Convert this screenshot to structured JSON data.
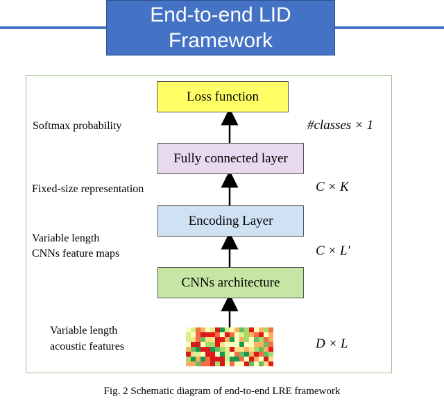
{
  "title": {
    "line1": "End-to-end LID",
    "line2": "Framework"
  },
  "boxes": {
    "loss": {
      "label": "Loss function",
      "color": "#ffff66"
    },
    "fc": {
      "label": "Fully connected layer",
      "color": "#e8d9ee"
    },
    "encoding": {
      "label": "Encoding Layer",
      "color": "#cfe2f3"
    },
    "cnn": {
      "label": "CNNs architecture",
      "color": "#c6e6a6"
    }
  },
  "left_labels": {
    "softmax": "Softmax probability",
    "fixed": "Fixed-size representation",
    "variable_maps_1": "Variable length",
    "variable_maps_2": "CNNs feature maps",
    "acoustic_1": "Variable length",
    "acoustic_2": "acoustic features"
  },
  "dimensions": {
    "classes": "#classes × 1",
    "ck": "C × K",
    "cl": "C × L′",
    "dl": "D × L"
  },
  "caption": "Fig. 2 Schematic diagram of end-to-end LRE framework",
  "colors": {
    "title_bg": "#4472c4",
    "frame_border": "#9cc58a"
  }
}
